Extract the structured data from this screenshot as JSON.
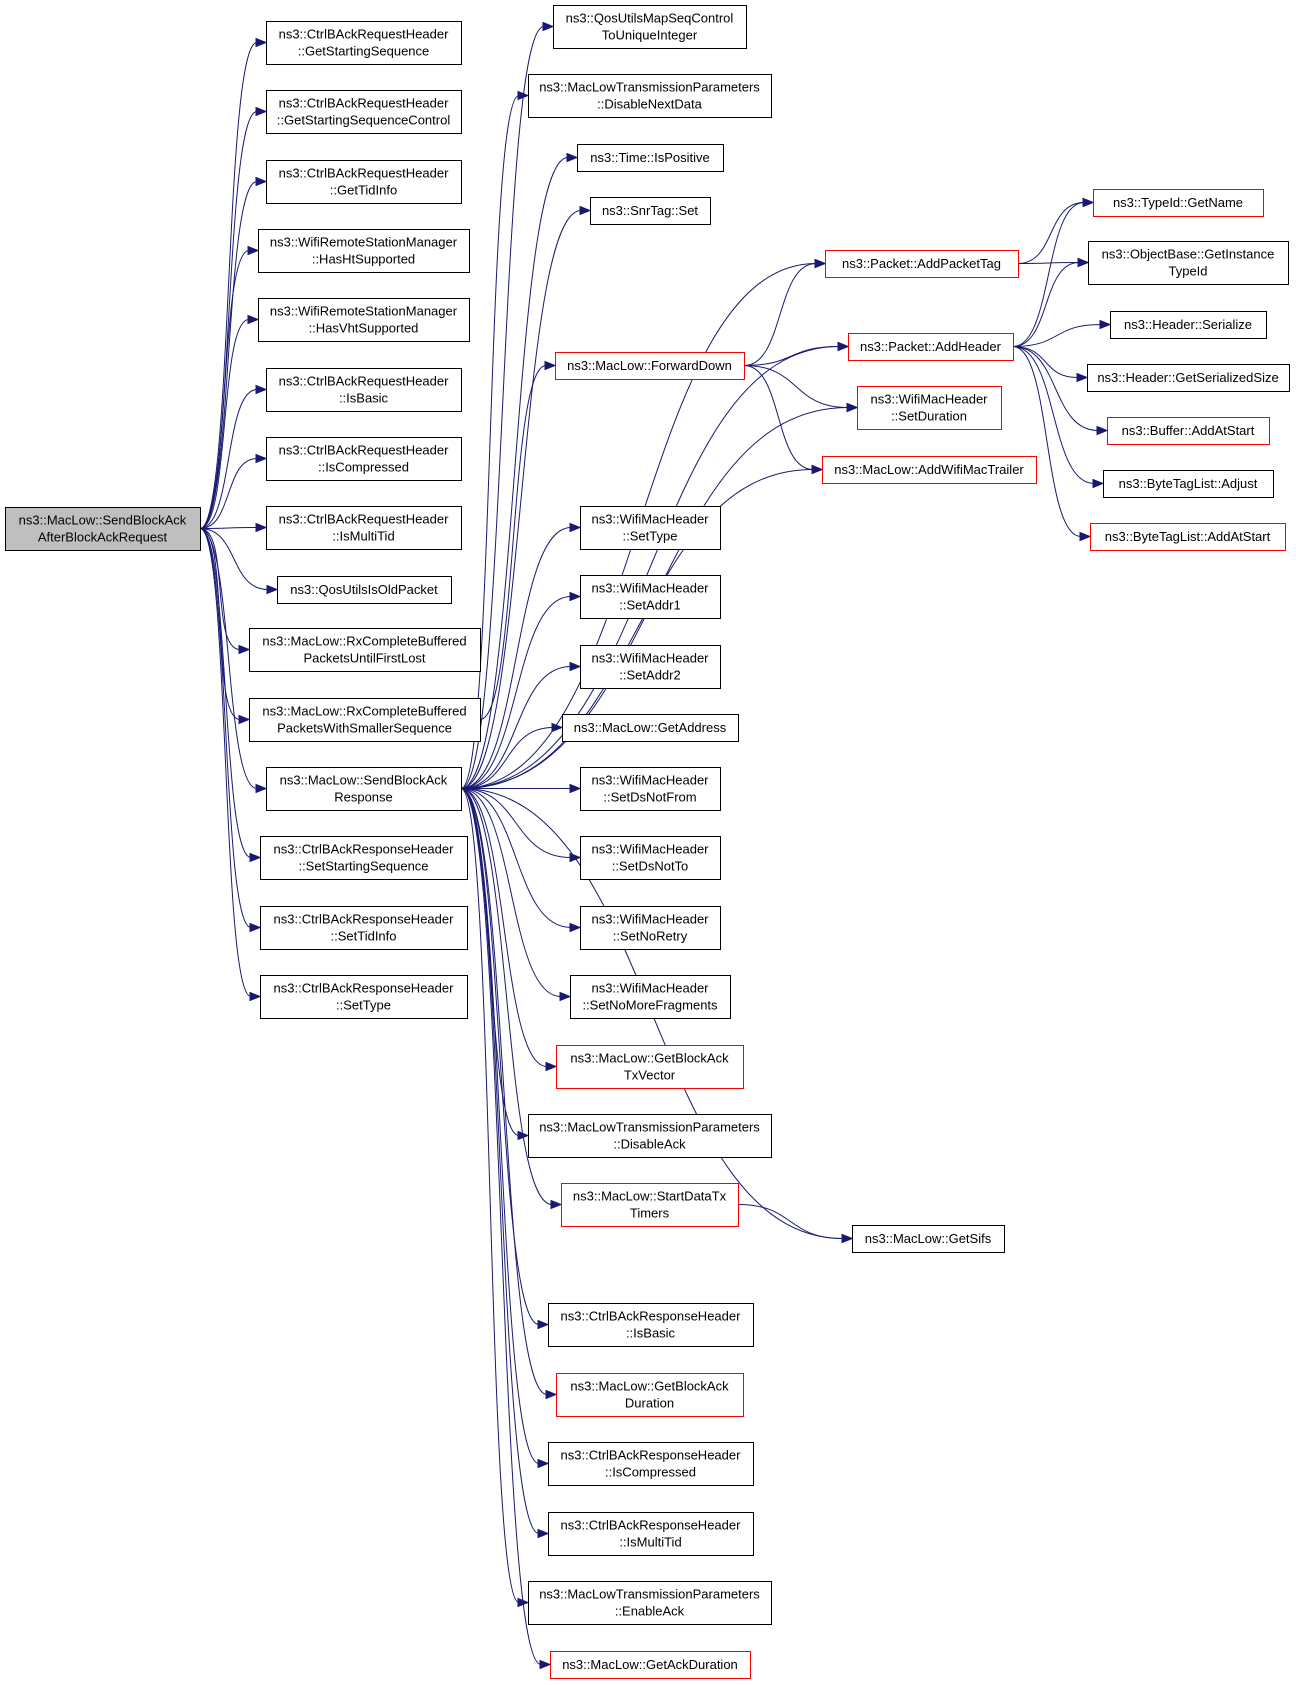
{
  "colors": {
    "edge": "#191970",
    "node_border": "#000000",
    "node_border_red": "#ff0000",
    "root_fill": "#bfbfbf",
    "node_fill": "#ffffff"
  },
  "nodes": [
    {
      "id": "root",
      "lines": [
        "ns3::MacLow::SendBlockAck",
        "AfterBlockAckRequest"
      ],
      "style": "root"
    },
    {
      "id": "n1",
      "lines": [
        "ns3::CtrlBAckRequestHeader",
        "::GetStartingSequence"
      ],
      "style": "normal"
    },
    {
      "id": "n2",
      "lines": [
        "ns3::CtrlBAckRequestHeader",
        "::GetStartingSequenceControl"
      ],
      "style": "normal"
    },
    {
      "id": "n3",
      "lines": [
        "ns3::CtrlBAckRequestHeader",
        "::GetTidInfo"
      ],
      "style": "normal"
    },
    {
      "id": "n4",
      "lines": [
        "ns3::WifiRemoteStationManager",
        "::HasHtSupported"
      ],
      "style": "normal"
    },
    {
      "id": "n5",
      "lines": [
        "ns3::WifiRemoteStationManager",
        "::HasVhtSupported"
      ],
      "style": "normal"
    },
    {
      "id": "n6",
      "lines": [
        "ns3::CtrlBAckRequestHeader",
        "::IsBasic"
      ],
      "style": "normal"
    },
    {
      "id": "n7",
      "lines": [
        "ns3::CtrlBAckRequestHeader",
        "::IsCompressed"
      ],
      "style": "normal"
    },
    {
      "id": "n8",
      "lines": [
        "ns3::CtrlBAckRequestHeader",
        "::IsMultiTid"
      ],
      "style": "normal"
    },
    {
      "id": "n9",
      "lines": [
        "ns3::QosUtilsIsOldPacket"
      ],
      "style": "normal"
    },
    {
      "id": "n10",
      "lines": [
        "ns3::MacLow::RxCompleteBuffered",
        "PacketsUntilFirstLost"
      ],
      "style": "normal"
    },
    {
      "id": "n11",
      "lines": [
        "ns3::MacLow::RxCompleteBuffered",
        "PacketsWithSmallerSequence"
      ],
      "style": "normal"
    },
    {
      "id": "n12",
      "lines": [
        "ns3::MacLow::SendBlockAck",
        "Response"
      ],
      "style": "normal"
    },
    {
      "id": "n13",
      "lines": [
        "ns3::CtrlBAckResponseHeader",
        "::SetStartingSequence"
      ],
      "style": "normal"
    },
    {
      "id": "n14",
      "lines": [
        "ns3::CtrlBAckResponseHeader",
        "::SetTidInfo"
      ],
      "style": "normal"
    },
    {
      "id": "n15",
      "lines": [
        "ns3::CtrlBAckResponseHeader",
        "::SetType"
      ],
      "style": "normal"
    },
    {
      "id": "m1",
      "lines": [
        "ns3::QosUtilsMapSeqControl",
        "ToUniqueInteger"
      ],
      "style": "normal"
    },
    {
      "id": "m2",
      "lines": [
        "ns3::MacLowTransmissionParameters",
        "::DisableNextData"
      ],
      "style": "normal"
    },
    {
      "id": "m3",
      "lines": [
        "ns3::Time::IsPositive"
      ],
      "style": "normal"
    },
    {
      "id": "m4",
      "lines": [
        "ns3::SnrTag::Set"
      ],
      "style": "normal"
    },
    {
      "id": "m5",
      "lines": [
        "ns3::MacLow::ForwardDown"
      ],
      "style": "red"
    },
    {
      "id": "m6",
      "lines": [
        "ns3::WifiMacHeader",
        "::SetType"
      ],
      "style": "normal"
    },
    {
      "id": "m7",
      "lines": [
        "ns3::WifiMacHeader",
        "::SetAddr1"
      ],
      "style": "normal"
    },
    {
      "id": "m8",
      "lines": [
        "ns3::WifiMacHeader",
        "::SetAddr2"
      ],
      "style": "normal"
    },
    {
      "id": "m9",
      "lines": [
        "ns3::MacLow::GetAddress"
      ],
      "style": "normal"
    },
    {
      "id": "m10",
      "lines": [
        "ns3::WifiMacHeader",
        "::SetDsNotFrom"
      ],
      "style": "normal"
    },
    {
      "id": "m11",
      "lines": [
        "ns3::WifiMacHeader",
        "::SetDsNotTo"
      ],
      "style": "normal"
    },
    {
      "id": "m12",
      "lines": [
        "ns3::WifiMacHeader",
        "::SetNoRetry"
      ],
      "style": "normal"
    },
    {
      "id": "m13",
      "lines": [
        "ns3::WifiMacHeader",
        "::SetNoMoreFragments"
      ],
      "style": "normal"
    },
    {
      "id": "m14",
      "lines": [
        "ns3::MacLow::GetBlockAck",
        "TxVector"
      ],
      "style": "red"
    },
    {
      "id": "m15",
      "lines": [
        "ns3::MacLowTransmissionParameters",
        "::DisableAck"
      ],
      "style": "normal"
    },
    {
      "id": "m16",
      "lines": [
        "ns3::MacLow::StartDataTx",
        "Timers"
      ],
      "style": "red"
    },
    {
      "id": "m17",
      "lines": [
        "ns3::CtrlBAckResponseHeader",
        "::IsBasic"
      ],
      "style": "normal"
    },
    {
      "id": "m18",
      "lines": [
        "ns3::MacLow::GetBlockAck",
        "Duration"
      ],
      "style": "red"
    },
    {
      "id": "m19",
      "lines": [
        "ns3::CtrlBAckResponseHeader",
        "::IsCompressed"
      ],
      "style": "normal"
    },
    {
      "id": "m20",
      "lines": [
        "ns3::CtrlBAckResponseHeader",
        "::IsMultiTid"
      ],
      "style": "normal"
    },
    {
      "id": "m21",
      "lines": [
        "ns3::MacLowTransmissionParameters",
        "::EnableAck"
      ],
      "style": "normal"
    },
    {
      "id": "m22",
      "lines": [
        "ns3::MacLow::GetAckDuration"
      ],
      "style": "red"
    },
    {
      "id": "p1",
      "lines": [
        "ns3::Packet::AddPacketTag"
      ],
      "style": "red"
    },
    {
      "id": "p2",
      "lines": [
        "ns3::Packet::AddHeader"
      ],
      "style": "red"
    },
    {
      "id": "p3",
      "lines": [
        "ns3::WifiMacHeader",
        "::SetDuration"
      ],
      "style": "red"
    },
    {
      "id": "p4",
      "lines": [
        "ns3::MacLow::AddWifiMacTrailer"
      ],
      "style": "red"
    },
    {
      "id": "p5",
      "lines": [
        "ns3::MacLow::GetSifs"
      ],
      "style": "normal"
    },
    {
      "id": "q1",
      "lines": [
        "ns3::TypeId::GetName"
      ],
      "style": "red"
    },
    {
      "id": "q2",
      "lines": [
        "ns3::ObjectBase::GetInstance",
        "TypeId"
      ],
      "style": "normal"
    },
    {
      "id": "q3",
      "lines": [
        "ns3::Header::Serialize"
      ],
      "style": "normal"
    },
    {
      "id": "q4",
      "lines": [
        "ns3::Header::GetSerializedSize"
      ],
      "style": "normal"
    },
    {
      "id": "q5",
      "lines": [
        "ns3::Buffer::AddAtStart"
      ],
      "style": "red"
    },
    {
      "id": "q6",
      "lines": [
        "ns3::ByteTagList::Adjust"
      ],
      "style": "normal"
    },
    {
      "id": "q7",
      "lines": [
        "ns3::ByteTagList::AddAtStart"
      ],
      "style": "red"
    }
  ],
  "edges": [
    [
      "root",
      "n1"
    ],
    [
      "root",
      "n2"
    ],
    [
      "root",
      "n3"
    ],
    [
      "root",
      "n4"
    ],
    [
      "root",
      "n5"
    ],
    [
      "root",
      "n6"
    ],
    [
      "root",
      "n7"
    ],
    [
      "root",
      "n8"
    ],
    [
      "root",
      "n9"
    ],
    [
      "root",
      "n10"
    ],
    [
      "root",
      "n11"
    ],
    [
      "root",
      "n12"
    ],
    [
      "root",
      "n13"
    ],
    [
      "root",
      "n14"
    ],
    [
      "root",
      "n15"
    ],
    [
      "n11",
      "m5"
    ],
    [
      "n12",
      "m1"
    ],
    [
      "n12",
      "m2"
    ],
    [
      "n12",
      "m3"
    ],
    [
      "n12",
      "m4"
    ],
    [
      "n12",
      "p1"
    ],
    [
      "n12",
      "p2"
    ],
    [
      "n12",
      "p3"
    ],
    [
      "n12",
      "p4"
    ],
    [
      "n12",
      "m6"
    ],
    [
      "n12",
      "m7"
    ],
    [
      "n12",
      "m8"
    ],
    [
      "n12",
      "m9"
    ],
    [
      "n12",
      "m10"
    ],
    [
      "n12",
      "m11"
    ],
    [
      "n12",
      "m12"
    ],
    [
      "n12",
      "m13"
    ],
    [
      "n12",
      "m14"
    ],
    [
      "n12",
      "m15"
    ],
    [
      "n12",
      "m16"
    ],
    [
      "n12",
      "p5"
    ],
    [
      "n12",
      "m17"
    ],
    [
      "n12",
      "m18"
    ],
    [
      "n12",
      "m19"
    ],
    [
      "n12",
      "m20"
    ],
    [
      "n12",
      "m21"
    ],
    [
      "n12",
      "m22"
    ],
    [
      "m5",
      "p1"
    ],
    [
      "m5",
      "p2"
    ],
    [
      "m5",
      "p3"
    ],
    [
      "m5",
      "p4"
    ],
    [
      "m16",
      "p5"
    ],
    [
      "p1",
      "q1"
    ],
    [
      "p1",
      "q2"
    ],
    [
      "p2",
      "q1"
    ],
    [
      "p2",
      "q2"
    ],
    [
      "p2",
      "q3"
    ],
    [
      "p2",
      "q4"
    ],
    [
      "p2",
      "q5"
    ],
    [
      "p2",
      "q6"
    ],
    [
      "p2",
      "q7"
    ]
  ]
}
